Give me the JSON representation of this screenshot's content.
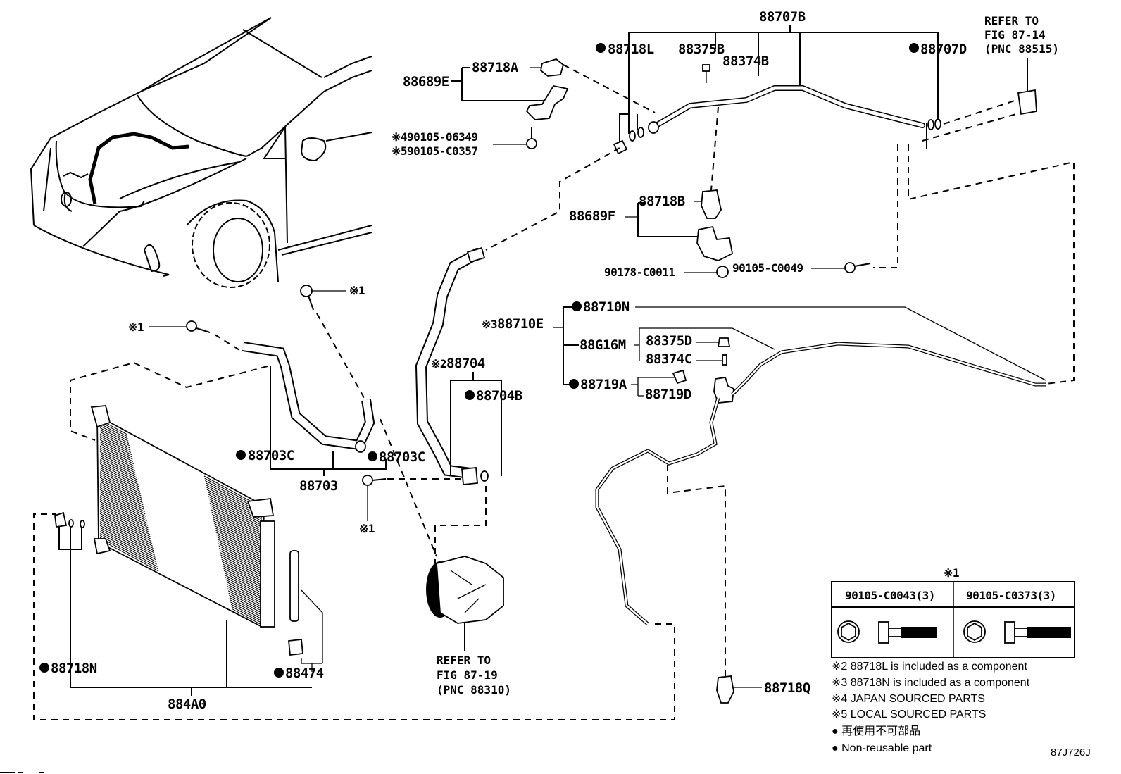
{
  "diagram": {
    "figure_code": "87J726J",
    "labels": {
      "p88707B": "88707B",
      "p88718L": "88718L",
      "p88375B": "88375B",
      "p88374B": "88374B",
      "p88707D": "88707D",
      "p88689E": "88689E",
      "p88718A": "88718A",
      "bolt_jp": "90105-06349",
      "bolt_local": "90105-C0357",
      "p88689F": "88689F",
      "p88718B": "88718B",
      "p90178": "90178-C0011",
      "p90105_C0049": "90105-C0049",
      "p88710E": "88710E",
      "p88710N": "88710N",
      "p88G16M": "88G16M",
      "p88375D": "88375D",
      "p88374C": "88374C",
      "p88719A": "88719A",
      "p88719D": "88719D",
      "p88704": "88704",
      "p88704B": "88704B",
      "p88703C_left": "88703C",
      "p88703C_right": "88703C",
      "p88703": "88703",
      "p88718N": "88718N",
      "p88474": "88474",
      "p884A0": "884A0",
      "p88718Q": "88718Q"
    },
    "note_marks": {
      "m1": "※1",
      "m2": "※2",
      "m3": "※3",
      "m4": "※4",
      "m5": "※5",
      "nonreusable": "●"
    },
    "references": {
      "top_right": [
        "REFER TO",
        "FIG 87-14",
        "(PNC 88515)"
      ],
      "compressor": [
        "REFER TO",
        "FIG 87-19",
        "(PNC 88310)"
      ]
    },
    "bolt_table": {
      "title": "※1",
      "columns": [
        {
          "part": "90105-C0043(3)"
        },
        {
          "part": "90105-C0373(3)"
        }
      ]
    },
    "legend": [
      "※2 88718L is included as a component",
      "※3 88718N is included as a component",
      "※4 JAPAN SOURCED PARTS",
      "※5 LOCAL SOURCED PARTS",
      "● 再使用不可部品",
      "● Non-reusable part"
    ]
  }
}
